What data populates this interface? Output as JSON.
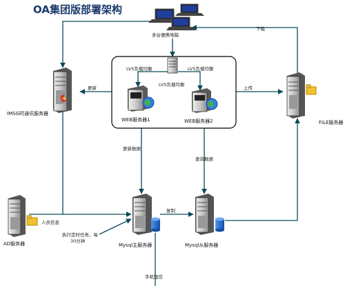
{
  "title": "OA集团版部署架构",
  "nodes": {
    "laptops": "多台便携电脑",
    "lvs_server": "LVS负载均衡",
    "web1": "WEB服务器1",
    "web2": "WEB服务器2",
    "imsg": "IMSG时通讯服务器",
    "file": "FILE服务器",
    "ad": "AD服务器",
    "mysql_master": "Mysql主服务器",
    "mysql_slave": "Mysql从服务器"
  },
  "edges": {
    "download": "下载",
    "update": "更新",
    "upload": "上传",
    "lvs_left": "LVS负载均衡",
    "lvs_right": "LVS负载均衡",
    "update_data": "更新数据",
    "query_data": "查询数据",
    "person_info": "人员信息",
    "replicate": "复制",
    "scheduled_task_1": "执行定时任务，每",
    "scheduled_task_2": "30分钟",
    "sms": "手机短信"
  },
  "colors": {
    "title": "#1a3a6b",
    "wire": "#0a4a5a",
    "server_body": "#d4d4d4",
    "db": "#1f6fd1",
    "folder": "#f2c12e"
  }
}
